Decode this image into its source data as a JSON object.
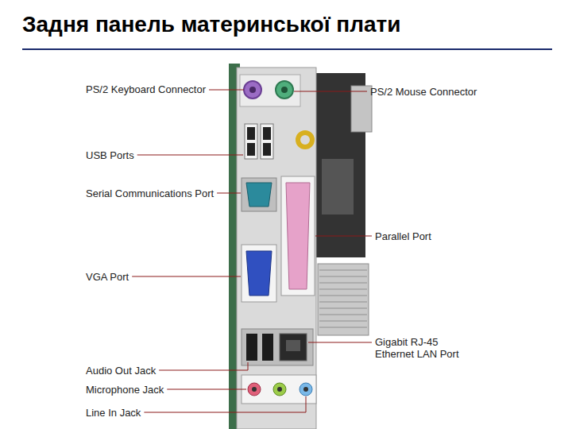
{
  "diagram": {
    "title": "Задня панель материнської плати",
    "labels": [
      "PS/2 Keyboard Connector",
      "PS/2 Mouse Connector",
      "USB Ports",
      "Serial Communications Port",
      "Parallel Port",
      "VGA Port",
      "Gigabit RJ-45 Ethernet LAN Port",
      "Audio Out Jack",
      "Microphone Jack",
      "Line In Jack"
    ]
  }
}
